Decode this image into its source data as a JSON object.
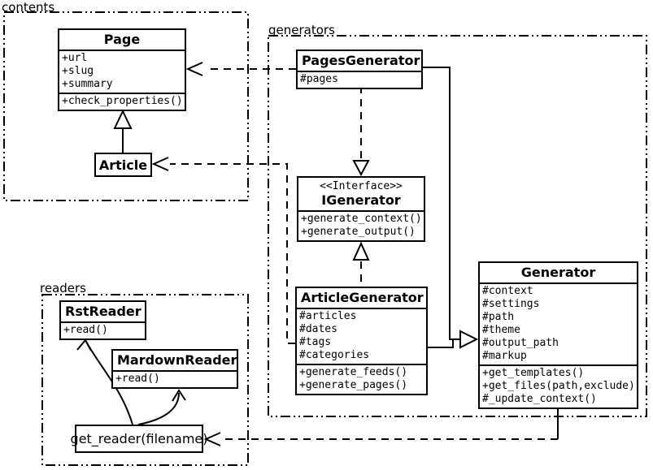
{
  "diagram_title": "Pelican static site generator UML class diagram",
  "colors": {
    "line": "#000000",
    "background": "#ffffff",
    "box_fill": "#ffffff"
  },
  "packages": {
    "contents": {
      "label": "contents"
    },
    "generators": {
      "label": "generators"
    },
    "readers": {
      "label": "readers"
    }
  },
  "classes": {
    "page": {
      "title": "Page",
      "attrs": [
        "+url",
        "+slug",
        "+summary"
      ],
      "methods": [
        "+check_properties()"
      ]
    },
    "article": {
      "title": "Article"
    },
    "pages_generator": {
      "title": "PagesGenerator",
      "attrs": [
        "#pages"
      ]
    },
    "igenerator": {
      "stereotype": "<<Interface>>",
      "title": "IGenerator",
      "methods": [
        "+generate_context()",
        "+generate_output()"
      ]
    },
    "article_generator": {
      "title": "ArticleGenerator",
      "attrs": [
        "#articles",
        "#dates",
        "#tags",
        "#categories"
      ],
      "methods": [
        "+generate_feeds()",
        "+generate_pages()"
      ]
    },
    "generator": {
      "title": "Generator",
      "attrs": [
        "#context",
        "#settings",
        "#path",
        "#theme",
        "#output_path",
        "#markup"
      ],
      "methods": [
        "+get_templates()",
        "+get_files(path,exclude)",
        "#_update_context()"
      ]
    },
    "rst_reader": {
      "title": "RstReader",
      "methods": [
        "+read()"
      ]
    },
    "mardown_reader": {
      "title": "MardownReader",
      "methods": [
        "+read()"
      ]
    },
    "get_reader": {
      "label": "get_reader(filename)"
    }
  },
  "relations": [
    {
      "name": "inheritance-article-to-page",
      "type": "generalization"
    },
    {
      "name": "realization-pagesgenerator-to-igenerator",
      "type": "dashed-generalization"
    },
    {
      "name": "realization-articlegenerator-to-igenerator",
      "type": "dashed-generalization"
    },
    {
      "name": "inheritance-pagesgenerator-to-generator",
      "type": "generalization"
    },
    {
      "name": "inheritance-articlegenerator-to-generator",
      "type": "generalization"
    },
    {
      "name": "dependency-pagesgenerator-to-page",
      "type": "dashed-dependency"
    },
    {
      "name": "dependency-articlegenerator-to-article",
      "type": "dashed-dependency"
    },
    {
      "name": "dependency-generator-to-getreader",
      "type": "dashed-dependency"
    },
    {
      "name": "arrow-getreader-to-rstreader",
      "type": "arrow"
    },
    {
      "name": "arrow-getreader-to-mardownreader",
      "type": "arrow"
    }
  ]
}
